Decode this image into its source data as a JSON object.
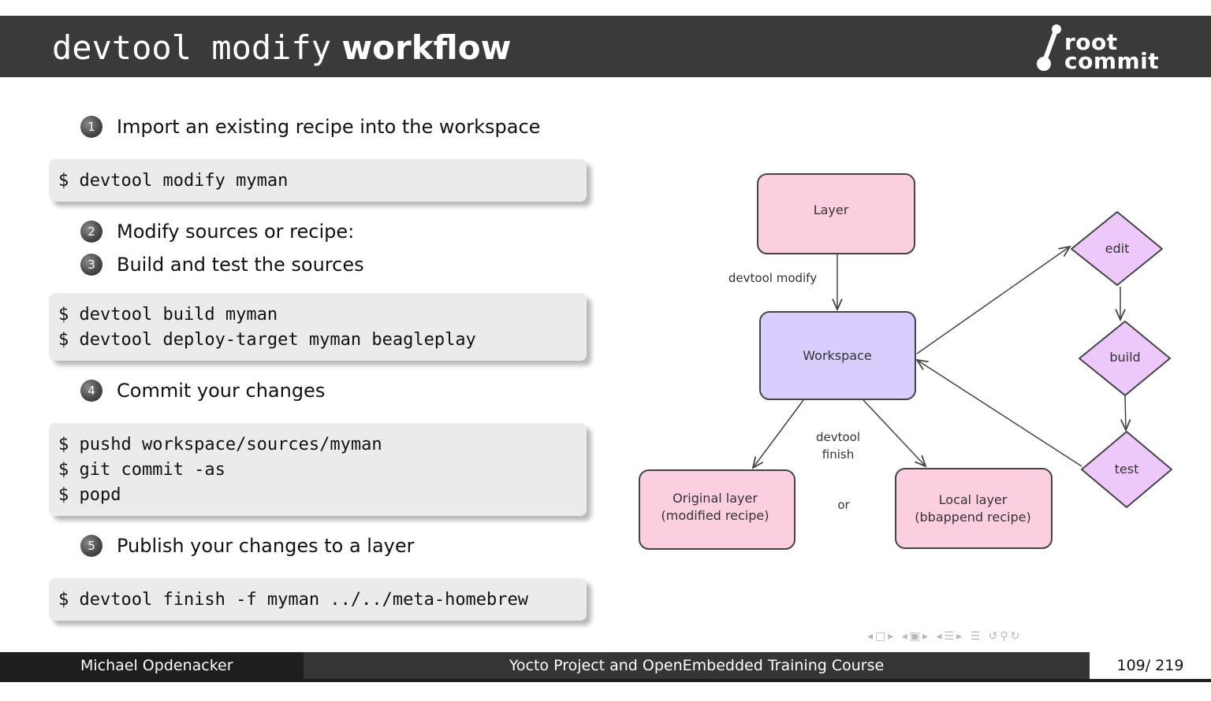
{
  "slide": {
    "title_code": "devtool modify",
    "title_text": "workflow"
  },
  "logo": {
    "line1": "root",
    "line2": "commit"
  },
  "steps": [
    {
      "num": "1",
      "text": "Import an existing recipe into the workspace"
    },
    {
      "num": "2",
      "text": "Modify sources or recipe:"
    },
    {
      "num": "3",
      "text": "Build and test the sources"
    },
    {
      "num": "4",
      "text": "Commit your changes"
    },
    {
      "num": "5",
      "text": "Publish your changes to a layer"
    }
  ],
  "code_blocks": [
    [
      "$ devtool modify myman"
    ],
    [
      "$ devtool build myman",
      "$ devtool deploy-target myman beagleplay"
    ],
    [
      "$ pushd workspace/sources/myman",
      "$ git commit -as",
      "$ popd"
    ],
    [
      "$ devtool finish -f myman ../../meta-homebrew"
    ]
  ],
  "diagram": {
    "layer": "Layer",
    "workspace": "Workspace",
    "edge_modify": "devtool modify",
    "edge_finish_1": "devtool",
    "edge_finish_2": "finish",
    "or": "or",
    "original_1": "Original layer",
    "original_2": "(modified recipe)",
    "local_1": "Local layer",
    "local_2": "(bbappend recipe)",
    "edit": "edit",
    "build": "build",
    "test": "test",
    "colors": {
      "pink": "#fbcfe0",
      "lavender": "#d8cdfc",
      "violet": "#ecc8fb",
      "stroke": "#444444"
    }
  },
  "footer": {
    "author": "Michael Opdenacker",
    "course": "Yocto Project and OpenEmbedded Training Course",
    "page": "109/ 219"
  },
  "nav_icons": [
    "prev-frame-icon",
    "frame-icon",
    "next-frame-icon",
    "prev-subsection-icon",
    "subsection-icon",
    "next-subsection-icon",
    "prev-section-icon",
    "section-icon",
    "next-section-icon",
    "align-icon",
    "back-icon",
    "search-icon",
    "forward-icon"
  ]
}
